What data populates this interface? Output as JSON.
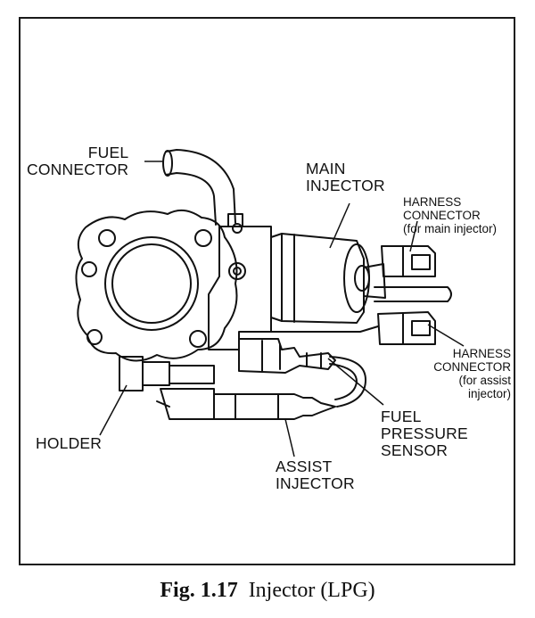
{
  "labels": {
    "fuel_connector": "FUEL\nCONNECTOR",
    "main_injector": "MAIN\nINJECTOR",
    "harness_main": "HARNESS\nCONNECTOR\n(for main injector)",
    "harness_assist": "HARNESS\nCONNECTOR\n(for assist\ninjector)",
    "fuel_pressure_sensor": "FUEL\nPRESSURE\nSENSOR",
    "holder": "HOLDER",
    "assist_injector": "ASSIST\nINJECTOR"
  },
  "caption": {
    "figure_number": "Fig. 1.17",
    "title": "Injector (LPG)"
  }
}
